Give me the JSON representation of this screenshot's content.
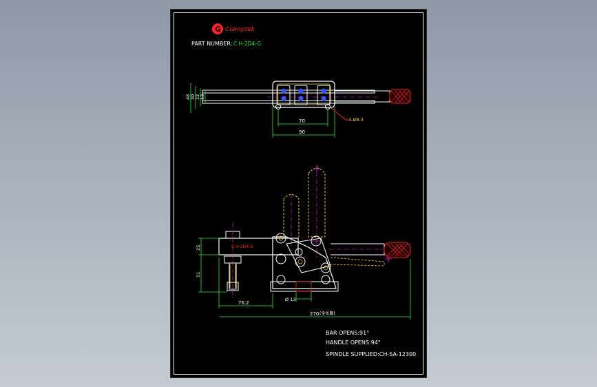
{
  "brand": {
    "logo_letter": "G",
    "logo_text": "Clamptek"
  },
  "part": {
    "label": "PART NUMBER:",
    "number": "C H-2D4-G"
  },
  "top_view": {
    "dims_left": [
      "48",
      "30",
      "22",
      "13"
    ],
    "dim_inner": "70",
    "dim_outer": "90",
    "hole_callout": "4-Ø8.3"
  },
  "side_view": {
    "body_label": "C H-2D4-G",
    "dim_vertical_upper": "25",
    "dim_vertical_lower": "51",
    "dim_762": "76.2",
    "dim_diameter": "Ø 13",
    "dim_total": "270",
    "dim_total_note": "(全长度)"
  },
  "specs": {
    "bar_opens": "BAR OPENS:91°",
    "handle_opens": "HANDLE OPENS:94°",
    "spindle": "SPINDLE SUPPLIED:CH-SA-12300"
  },
  "colors": {
    "background": "#000000",
    "line_white": "#ffffff",
    "dim_green": "#22ee33",
    "grip_red": "#ff2222",
    "hole_blue": "#3355ff",
    "center_magenta": "#ff22ff",
    "pivot_yellow": "#ffdd22",
    "window_gradient_top": "#8f99a6",
    "window_gradient_bottom": "#c4cbd3"
  }
}
